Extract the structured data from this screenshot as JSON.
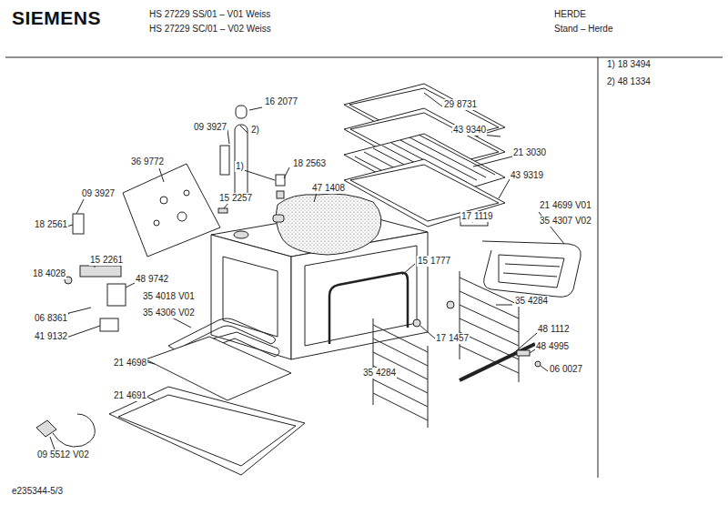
{
  "diagram": {
    "labels": [
      "SIEMENS",
      "HS 27229 SS/01 – V01 Weiss",
      "HS 27229 SC/01 – V02 Weiss",
      "HERDE",
      "Stand – Herde",
      "1) 18 3494",
      "2) 48 1334",
      "e235344-5/3",
      "16 2077",
      "09 3927",
      "2)",
      "36 9772",
      "1)",
      "18 2563",
      "09 3927",
      "15 2257",
      "47 1408",
      "18 2561",
      "15 2261",
      "18 4028",
      "48 9742",
      "35 4018 V01",
      "35 4306 V02",
      "06 8361",
      "41 9132",
      "21 4698",
      "21 4691",
      "09 5512 V02",
      "29 8731",
      "43 9340",
      "21 3030",
      "43 9319",
      "17 1119",
      "21 4699 V01",
      "35 4307 V02",
      "15 1777",
      "35 4284",
      "48 1112",
      "48 4995",
      "06 0027",
      "17 1457",
      "35 4284"
    ]
  }
}
